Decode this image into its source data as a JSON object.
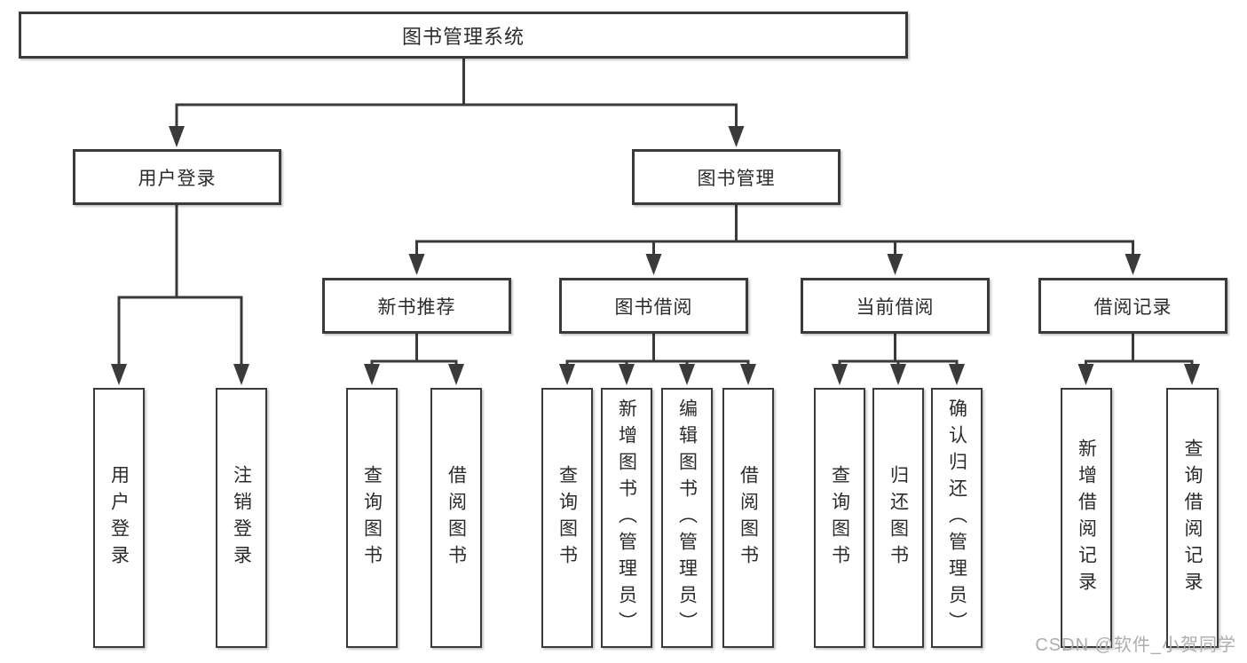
{
  "diagram": {
    "root": {
      "label": "图书管理系统"
    },
    "level1": [
      {
        "label": "用户登录"
      },
      {
        "label": "图书管理"
      }
    ],
    "level2": [
      {
        "label": "新书推荐",
        "parent": "图书管理"
      },
      {
        "label": "图书借阅",
        "parent": "图书管理"
      },
      {
        "label": "当前借阅",
        "parent": "图书管理"
      },
      {
        "label": "借阅记录",
        "parent": "图书管理"
      }
    ],
    "leaves": [
      {
        "label": "用户登录",
        "parent": "用户登录"
      },
      {
        "label": "注销登录",
        "parent": "用户登录"
      },
      {
        "label": "查询图书",
        "parent": "新书推荐"
      },
      {
        "label": "借阅图书",
        "parent": "新书推荐"
      },
      {
        "label": "查询图书",
        "parent": "图书借阅"
      },
      {
        "label": "新增图书（管理员）",
        "parent": "图书借阅"
      },
      {
        "label": "编辑图书（管理员）",
        "parent": "图书借阅"
      },
      {
        "label": "借阅图书",
        "parent": "图书借阅"
      },
      {
        "label": "查询图书",
        "parent": "当前借阅"
      },
      {
        "label": "归还图书",
        "parent": "当前借阅"
      },
      {
        "label": "确认归还（管理员）",
        "parent": "当前借阅"
      },
      {
        "label": "新增借阅记录",
        "parent": "借阅记录"
      },
      {
        "label": "查询借阅记录",
        "parent": "借阅记录"
      }
    ]
  },
  "watermark": {
    "text": "CSDN @软件_小贺同学"
  },
  "colors": {
    "line": "#3a3a3a",
    "text": "#2b2b2b",
    "background": "#ffffff",
    "watermark": "#adadad"
  }
}
